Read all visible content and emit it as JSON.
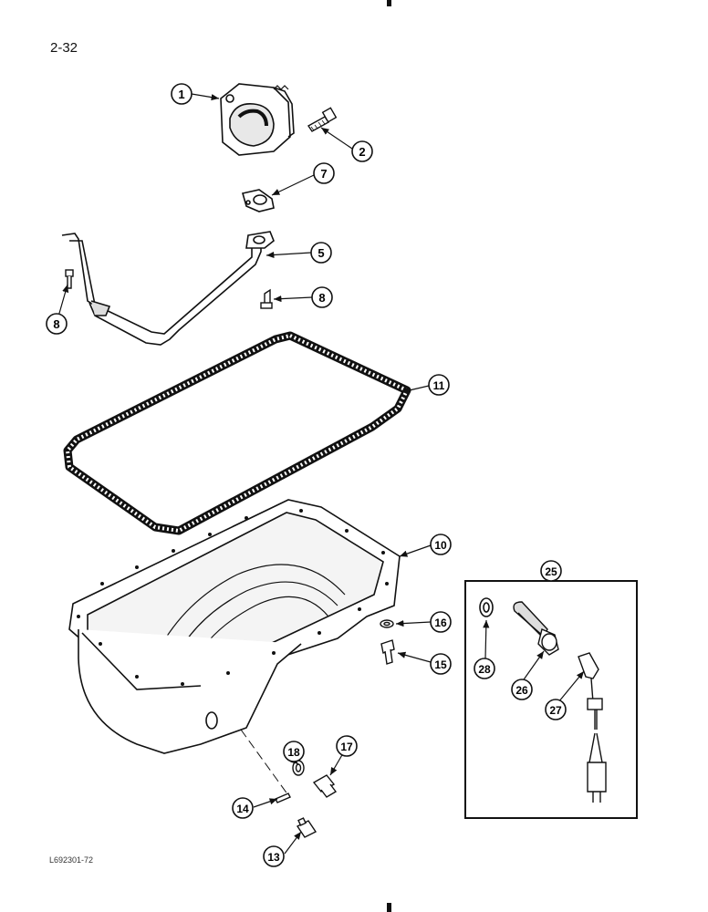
{
  "page_number": "2-32",
  "figure_code": "L692301-72",
  "callouts": [
    {
      "id": "c1",
      "label": "1"
    },
    {
      "id": "c2",
      "label": "2"
    },
    {
      "id": "c7",
      "label": "7"
    },
    {
      "id": "c5",
      "label": "5"
    },
    {
      "id": "c8a",
      "label": "8"
    },
    {
      "id": "c8b",
      "label": "8"
    },
    {
      "id": "c11",
      "label": "11"
    },
    {
      "id": "c10",
      "label": "10"
    },
    {
      "id": "c25",
      "label": "25"
    },
    {
      "id": "c16",
      "label": "16"
    },
    {
      "id": "c15",
      "label": "15"
    },
    {
      "id": "c28",
      "label": "28"
    },
    {
      "id": "c26",
      "label": "26"
    },
    {
      "id": "c27",
      "label": "27"
    },
    {
      "id": "c18",
      "label": "18"
    },
    {
      "id": "c17",
      "label": "17"
    },
    {
      "id": "c14",
      "label": "14"
    },
    {
      "id": "c13",
      "label": "13"
    }
  ]
}
